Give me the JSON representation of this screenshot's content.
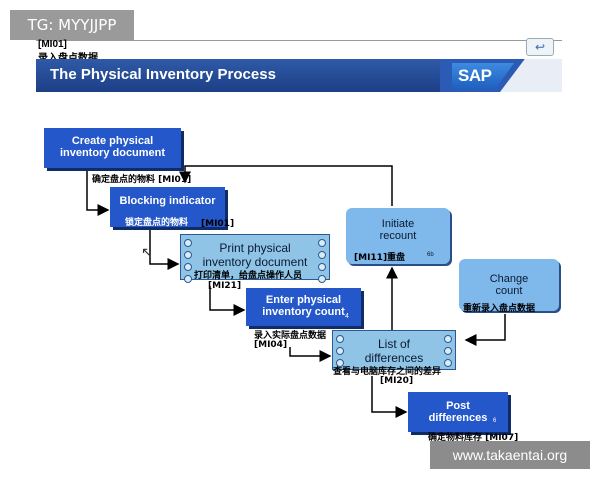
{
  "badge": "TG: MYYJJPP",
  "slide": {
    "code": "[MI01]",
    "code_cn": "录入盘点数据",
    "title": "The Physical Inventory Process",
    "logo": "SAP"
  },
  "steps": {
    "create": {
      "line1": "Create physical",
      "line2": "inventory document",
      "cn": "确定盘点的物料 [MI01]"
    },
    "blocking": {
      "line1": "Blocking indicator",
      "cn": "锁定盘点的物料",
      "code": "[MI01]"
    },
    "print": {
      "line1": "Print physical",
      "line2": "inventory document",
      "cn": "打印清单，给盘点操作人员",
      "code": "[MI21]"
    },
    "enter": {
      "line1": "Enter physical",
      "line2": "inventory count",
      "sub": "4",
      "cn": "录入实际盘点数据",
      "code": "[MI04]"
    },
    "initiate": {
      "line1": "Initiate",
      "line2": "recount",
      "code_cn": "[MI11]重盘",
      "sub": "6b"
    },
    "list": {
      "line1": "List of",
      "line2": "differences",
      "cn": "查看与电脑库存之间的差异",
      "code": "[MI20]"
    },
    "change": {
      "line1": "Change",
      "line2": "count",
      "cn": "重新录入盘点数据"
    },
    "post": {
      "line1": "Post",
      "line2": "differences",
      "sub": "6",
      "cn": "确定物料库存 [MI07]"
    }
  },
  "watermark": "www.takaentai.org"
}
